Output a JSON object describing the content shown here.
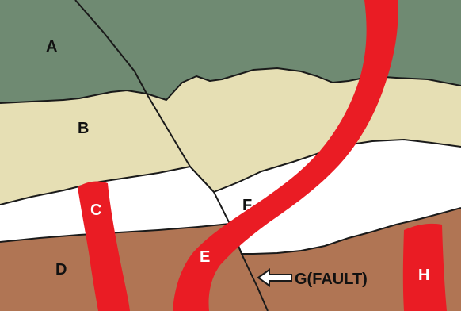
{
  "labels": {
    "a": "A",
    "b": "B",
    "c": "C",
    "d": "D",
    "e": "E",
    "f": "F",
    "g": "G(FAULT)",
    "h": "H"
  },
  "colors": {
    "layer_a": "#6f8a72",
    "layer_b": "#e6dfb4",
    "layer_f": "#ffffff",
    "layer_d": "#b07554",
    "intrusion": "#ea1c24",
    "outline": "#1a1a1a",
    "dark_label": "#111111",
    "light_label": "#ffffff"
  },
  "icons": {
    "fault_pointer": "arrow-left-icon"
  }
}
